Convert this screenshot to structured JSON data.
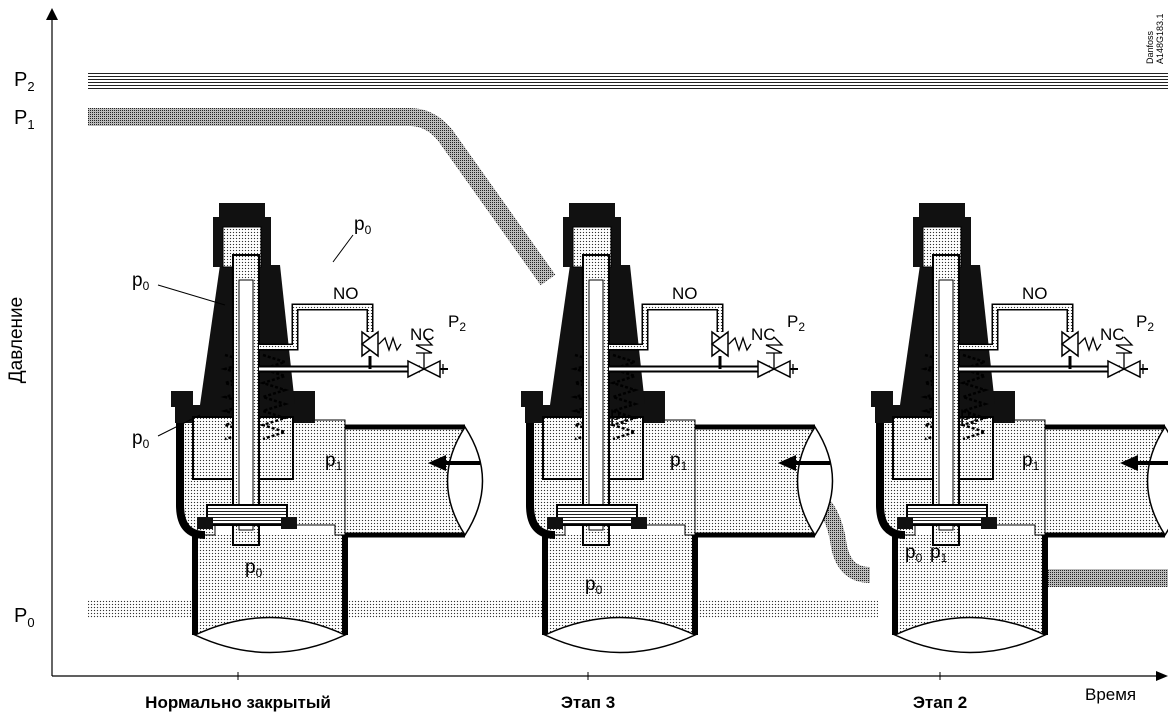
{
  "y_axis": {
    "label": "Давление"
  },
  "x_axis": {
    "label": "Время"
  },
  "pressure_levels": {
    "p2": {
      "main": "P",
      "sub": "2"
    },
    "p1": {
      "main": "P",
      "sub": "1"
    },
    "p0": {
      "main": "P",
      "sub": "0"
    }
  },
  "stages": [
    {
      "label": "Нормально закрытый"
    },
    {
      "label": "Этап 3"
    },
    {
      "label": "Этап 2"
    }
  ],
  "valve_labels": {
    "p0": {
      "main": "p",
      "sub": "0"
    },
    "p1": {
      "main": "p",
      "sub": "1"
    },
    "p2": {
      "main": "p",
      "sub": "2"
    },
    "no": "NO",
    "nc": "NC",
    "ext_p2": {
      "main": "P",
      "sub": "2"
    }
  },
  "watermark": {
    "brand": "Danfoss",
    "code": "A148G183.1"
  }
}
